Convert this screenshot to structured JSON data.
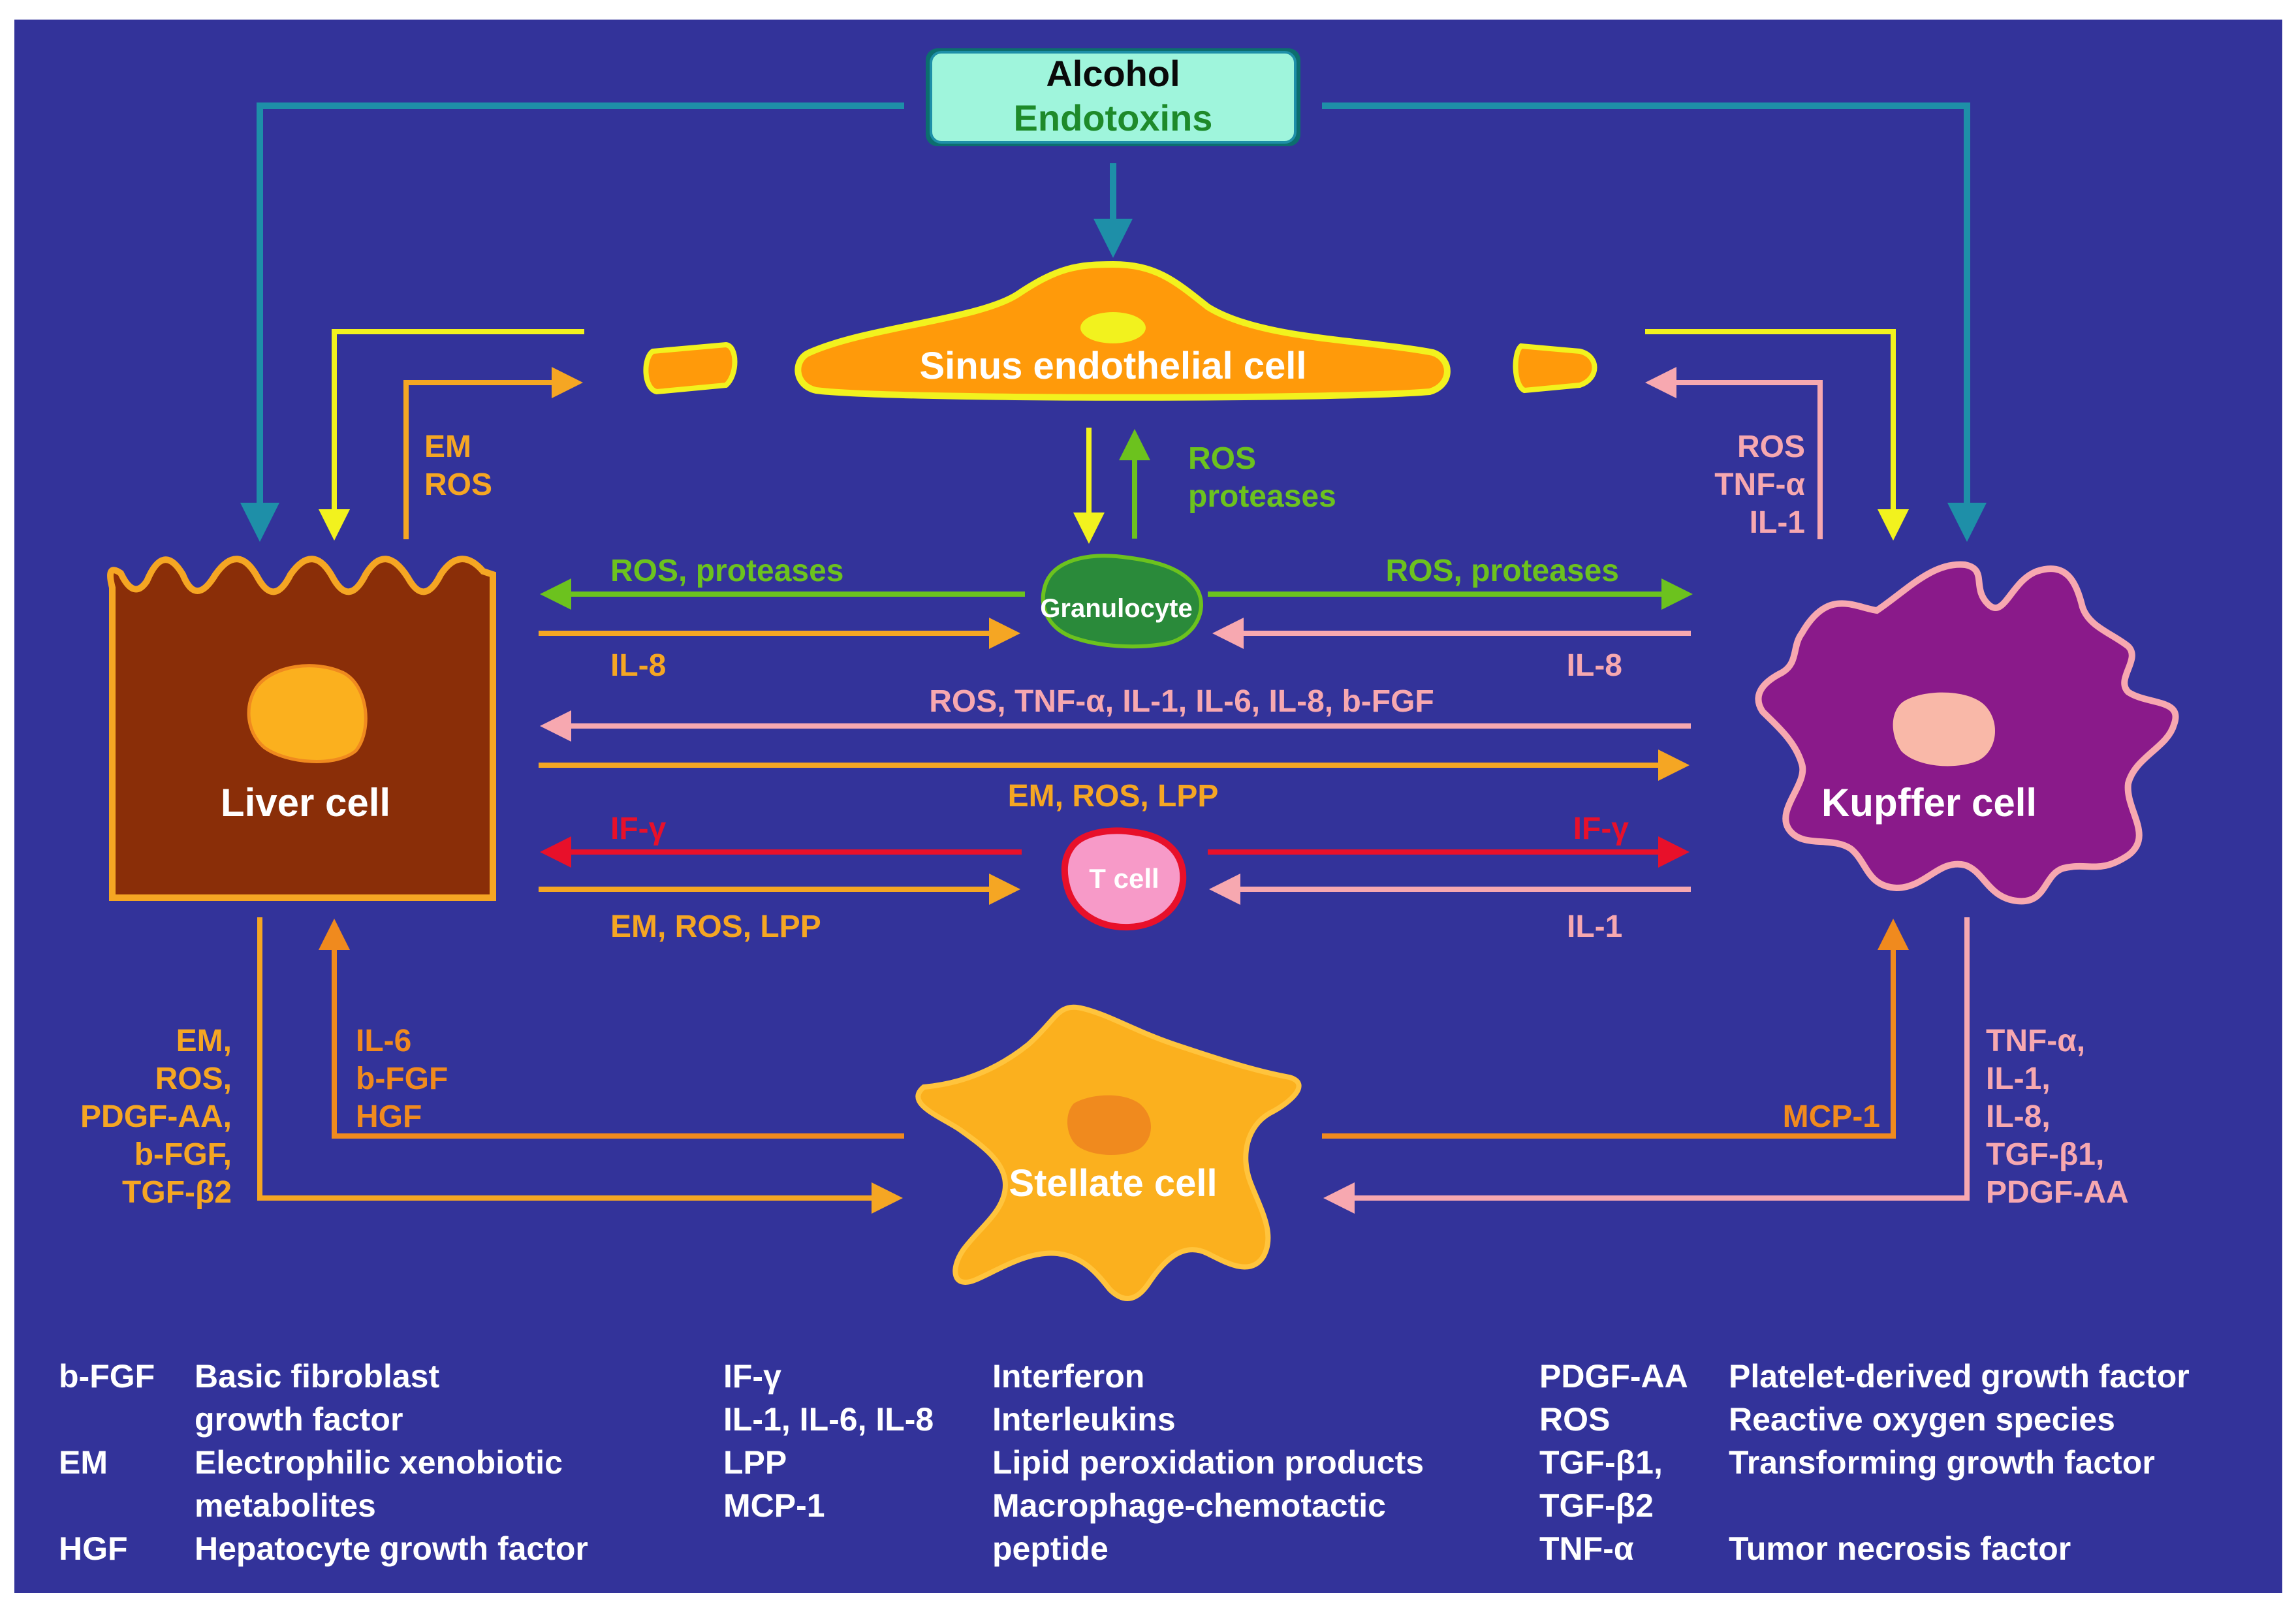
{
  "colors": {
    "background": "#33339a",
    "teal": "#1e8fa8",
    "yellow": "#f2f21e",
    "orange": "#f5a623",
    "orange_dark": "#f08a1e",
    "pink": "#f7a8b0",
    "green": "#6cc21e",
    "red": "#e8102a",
    "liver": "#8a2e08",
    "kupffer": "#8a1a8a",
    "stellate": "#fbb01e",
    "endothelial": "#ff9a0a",
    "granulocyte": "#2a8a3a",
    "tcell": "#f79ac8",
    "source_box": "#9ff5dc"
  },
  "source": {
    "line1": "Alcohol",
    "line2": "Endotoxins"
  },
  "cells": {
    "endothelial": "Sinus endothelial cell",
    "granulocyte": "Granulocyte",
    "liver": "Liver cell",
    "kupffer": "Kupffer cell",
    "tcell": "T cell",
    "stellate": "Stellate cell"
  },
  "labels": {
    "em_ros": [
      "EM",
      "ROS"
    ],
    "ros_proteases_vertical": [
      "ROS",
      "proteases"
    ],
    "ros_tnf_il1": [
      "ROS",
      "TNF-α",
      "IL-1"
    ],
    "ros_proteases_left": "ROS, proteases",
    "ros_proteases_right": "ROS, proteases",
    "il8_left": "IL-8",
    "il8_right": "IL-8",
    "kupffer_to_liver": "ROS, TNF-α, IL-1, IL-6, IL-8, b-FGF",
    "liver_to_kupffer": "EM, ROS, LPP",
    "ifg_left": "IF-γ",
    "ifg_right": "IF-γ",
    "liver_to_tcell": "EM, ROS, LPP",
    "kupffer_to_tcell": "IL-1",
    "liver_to_stellate": [
      "EM,",
      "ROS,",
      "PDGF-AA,",
      "b-FGF,",
      "TGF-β2"
    ],
    "stellate_to_liver": [
      "IL-6",
      "b-FGF",
      "HGF"
    ],
    "stellate_to_kupffer": "MCP-1",
    "kupffer_to_stellate": [
      "TNF-α,",
      "IL-1,",
      "IL-8,",
      "TGF-β1,",
      "PDGF-AA"
    ]
  },
  "legend": {
    "col1": [
      {
        "abbr": "b-FGF",
        "text": "Basic fibroblast"
      },
      {
        "abbr": "",
        "text": "growth factor"
      },
      {
        "abbr": "EM",
        "text": "Electrophilic xenobiotic"
      },
      {
        "abbr": "",
        "text": "metabolites"
      },
      {
        "abbr": "HGF",
        "text": "Hepatocyte growth factor"
      }
    ],
    "col2": [
      {
        "abbr": "IF-γ",
        "text": "Interferon"
      },
      {
        "abbr": "IL-1, IL-6, IL-8",
        "text": "Interleukins"
      },
      {
        "abbr": "LPP",
        "text": "Lipid peroxidation products"
      },
      {
        "abbr": "MCP-1",
        "text": "Macrophage-chemotactic"
      },
      {
        "abbr": "",
        "text": "peptide"
      }
    ],
    "col3": [
      {
        "abbr": "PDGF-AA",
        "text": "Platelet-derived growth factor"
      },
      {
        "abbr": "ROS",
        "text": "Reactive oxygen species"
      },
      {
        "abbr": "TGF-β1,",
        "text": "Transforming growth factor"
      },
      {
        "abbr": "TGF-β2",
        "text": ""
      },
      {
        "abbr": "TNF-α",
        "text": "Tumor necrosis factor"
      }
    ]
  }
}
